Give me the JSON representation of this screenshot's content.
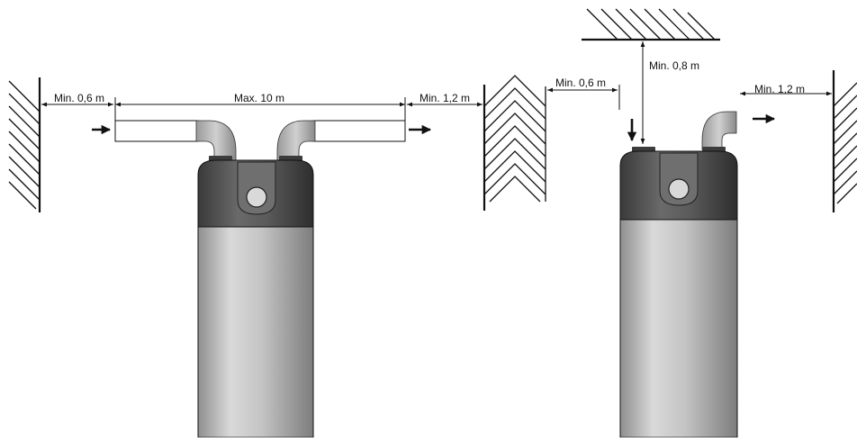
{
  "left_installation": {
    "wall_clearance_label": "Min. 0,6 m",
    "max_duct_length_label": "Max. 10 m",
    "outlet_clearance_label": "Min. 1,2 m"
  },
  "right_installation": {
    "ceiling_clearance_label": "Min. 0,8 m",
    "wall_clearance_label": "Min. 0,6 m",
    "outlet_clearance_label": "Min. 1,2 m"
  },
  "colors": {
    "wall_hatch": "#111111",
    "dimension_line": "#111111",
    "tank_top": "#555555",
    "tank_body": "#bdbdbd",
    "duct_elbow": "#b5b5b5"
  }
}
